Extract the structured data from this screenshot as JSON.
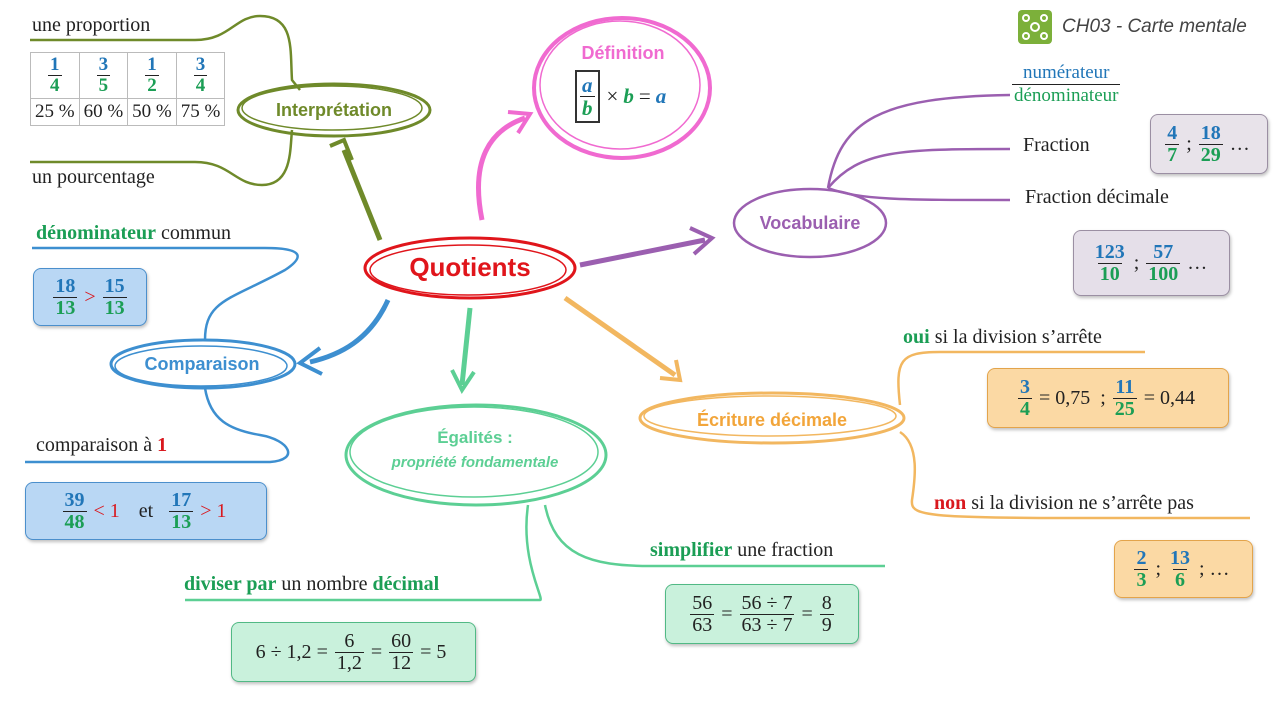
{
  "header": {
    "title": "CH03 - Carte mentale",
    "logo_icon": "mindmap-icon"
  },
  "center": {
    "label": "Quotients"
  },
  "definition": {
    "label": "Définition",
    "formula": {
      "num": "a",
      "den": "b",
      "times": "×",
      "b": "b",
      "eq": "=",
      "a": "a"
    }
  },
  "interpretation": {
    "label": "Interprétation",
    "top_label": "une proportion",
    "bottom_label": "un pourcentage",
    "fractions": [
      {
        "num": "1",
        "den": "4",
        "pct": "25 %"
      },
      {
        "num": "3",
        "den": "5",
        "pct": "60 %"
      },
      {
        "num": "1",
        "den": "2",
        "pct": "50 %"
      },
      {
        "num": "3",
        "den": "4",
        "pct": "75 %"
      }
    ]
  },
  "vocabulaire": {
    "label": "Vocabulaire",
    "numerateur": "numérateur",
    "denominateur": "dénominateur",
    "fraction_label": "Fraction",
    "fraction_examples": {
      "f1_num": "4",
      "f1_den": "7",
      "sep": ";",
      "f2_num": "18",
      "f2_den": "29",
      "dots": "…"
    },
    "decimal_label": "Fraction décimale",
    "decimal_examples": {
      "f1_num": "123",
      "f1_den": "10",
      "sep": ";",
      "f2_num": "57",
      "f2_den": "100",
      "dots": "…"
    }
  },
  "comparaison": {
    "label": "Comparaison",
    "common_den_bold": "dénominateur",
    "common_den_rest": " commun",
    "common_example": {
      "f1_num": "18",
      "f1_den": "13",
      "op": ">",
      "f2_num": "15",
      "f2_den": "13"
    },
    "compare_one_text": "comparaison à ",
    "compare_one_value": "1",
    "one_example": {
      "f1_num": "39",
      "f1_den": "48",
      "op1": "< 1",
      "and": "et",
      "f2_num": "17",
      "f2_den": "13",
      "op2": "> 1"
    }
  },
  "egalites": {
    "label": "Égalités :",
    "sublabel": "propriété  fondamentale",
    "diviser_bold1": "diviser par",
    "diviser_mid": " un nombre ",
    "diviser_bold2": "décimal",
    "diviser_example": {
      "a": "6 ÷ 1,2",
      "eq": "=",
      "f1_num": "6",
      "f1_den": "1,2",
      "f2_num": "60",
      "f2_den": "12",
      "res": "= 5"
    },
    "simplifier_bold": "simplifier",
    "simplifier_rest": " une fraction",
    "simplifier_example": {
      "f1_num": "56",
      "f1_den": "63",
      "f2_num": "56 ÷ 7",
      "f2_den": "63 ÷ 7",
      "f3_num": "8",
      "f3_den": "9",
      "eq": "="
    }
  },
  "ecriture": {
    "label": "Écriture décimale",
    "oui_bold": "oui",
    "oui_rest": " si la division s’arrête",
    "oui_example": {
      "f1_num": "3",
      "f1_den": "4",
      "v1": "= 0,75",
      "sep": ";",
      "f2_num": "11",
      "f2_den": "25",
      "v2": "= 0,44"
    },
    "non_bold": "non",
    "non_rest": " si la division ne s’arrête pas",
    "non_example": {
      "f1_num": "2",
      "f1_den": "3",
      "sep": ";",
      "f2_num": "13",
      "f2_den": "6",
      "dots": "; …"
    }
  },
  "colors": {
    "interpretation": "#6f8a2a",
    "definition": "#f06ad0",
    "vocabulaire": "#9b5fb0",
    "comparaison": "#3d8fd0",
    "egalites": "#5ccf94",
    "ecriture": "#f2b760",
    "center": "#e0151b"
  }
}
